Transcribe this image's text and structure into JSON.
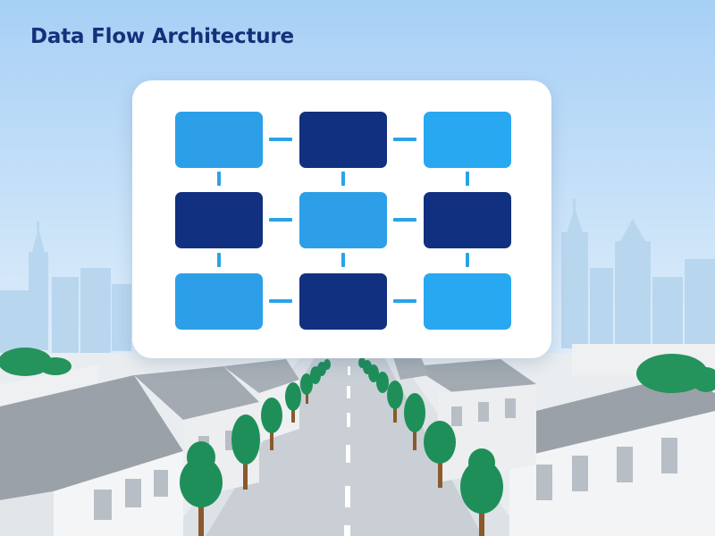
{
  "title": "Data Flow Architecture",
  "colors": {
    "sky_top": "#a9d2f7",
    "sky_bottom": "#e7f2fb",
    "title": "#13317a",
    "panel": "#ffffff",
    "node_mid": "#2c9fe8",
    "node_dark": "#123080",
    "node_light": "#28a8f0",
    "connector": "#2aa3e6",
    "tree_foliage": "#1f8f5a",
    "tree_trunk": "#8a5a2e",
    "road": "#c8cdd2",
    "roof": "#9aa1a9",
    "building_wall": "#eef0f2",
    "skyline": "#b7d4ee"
  },
  "diagram": {
    "rows": [
      [
        "mid",
        "dark",
        "light"
      ],
      [
        "dark",
        "mid",
        "dark"
      ],
      [
        "mid",
        "dark",
        "light"
      ]
    ]
  }
}
